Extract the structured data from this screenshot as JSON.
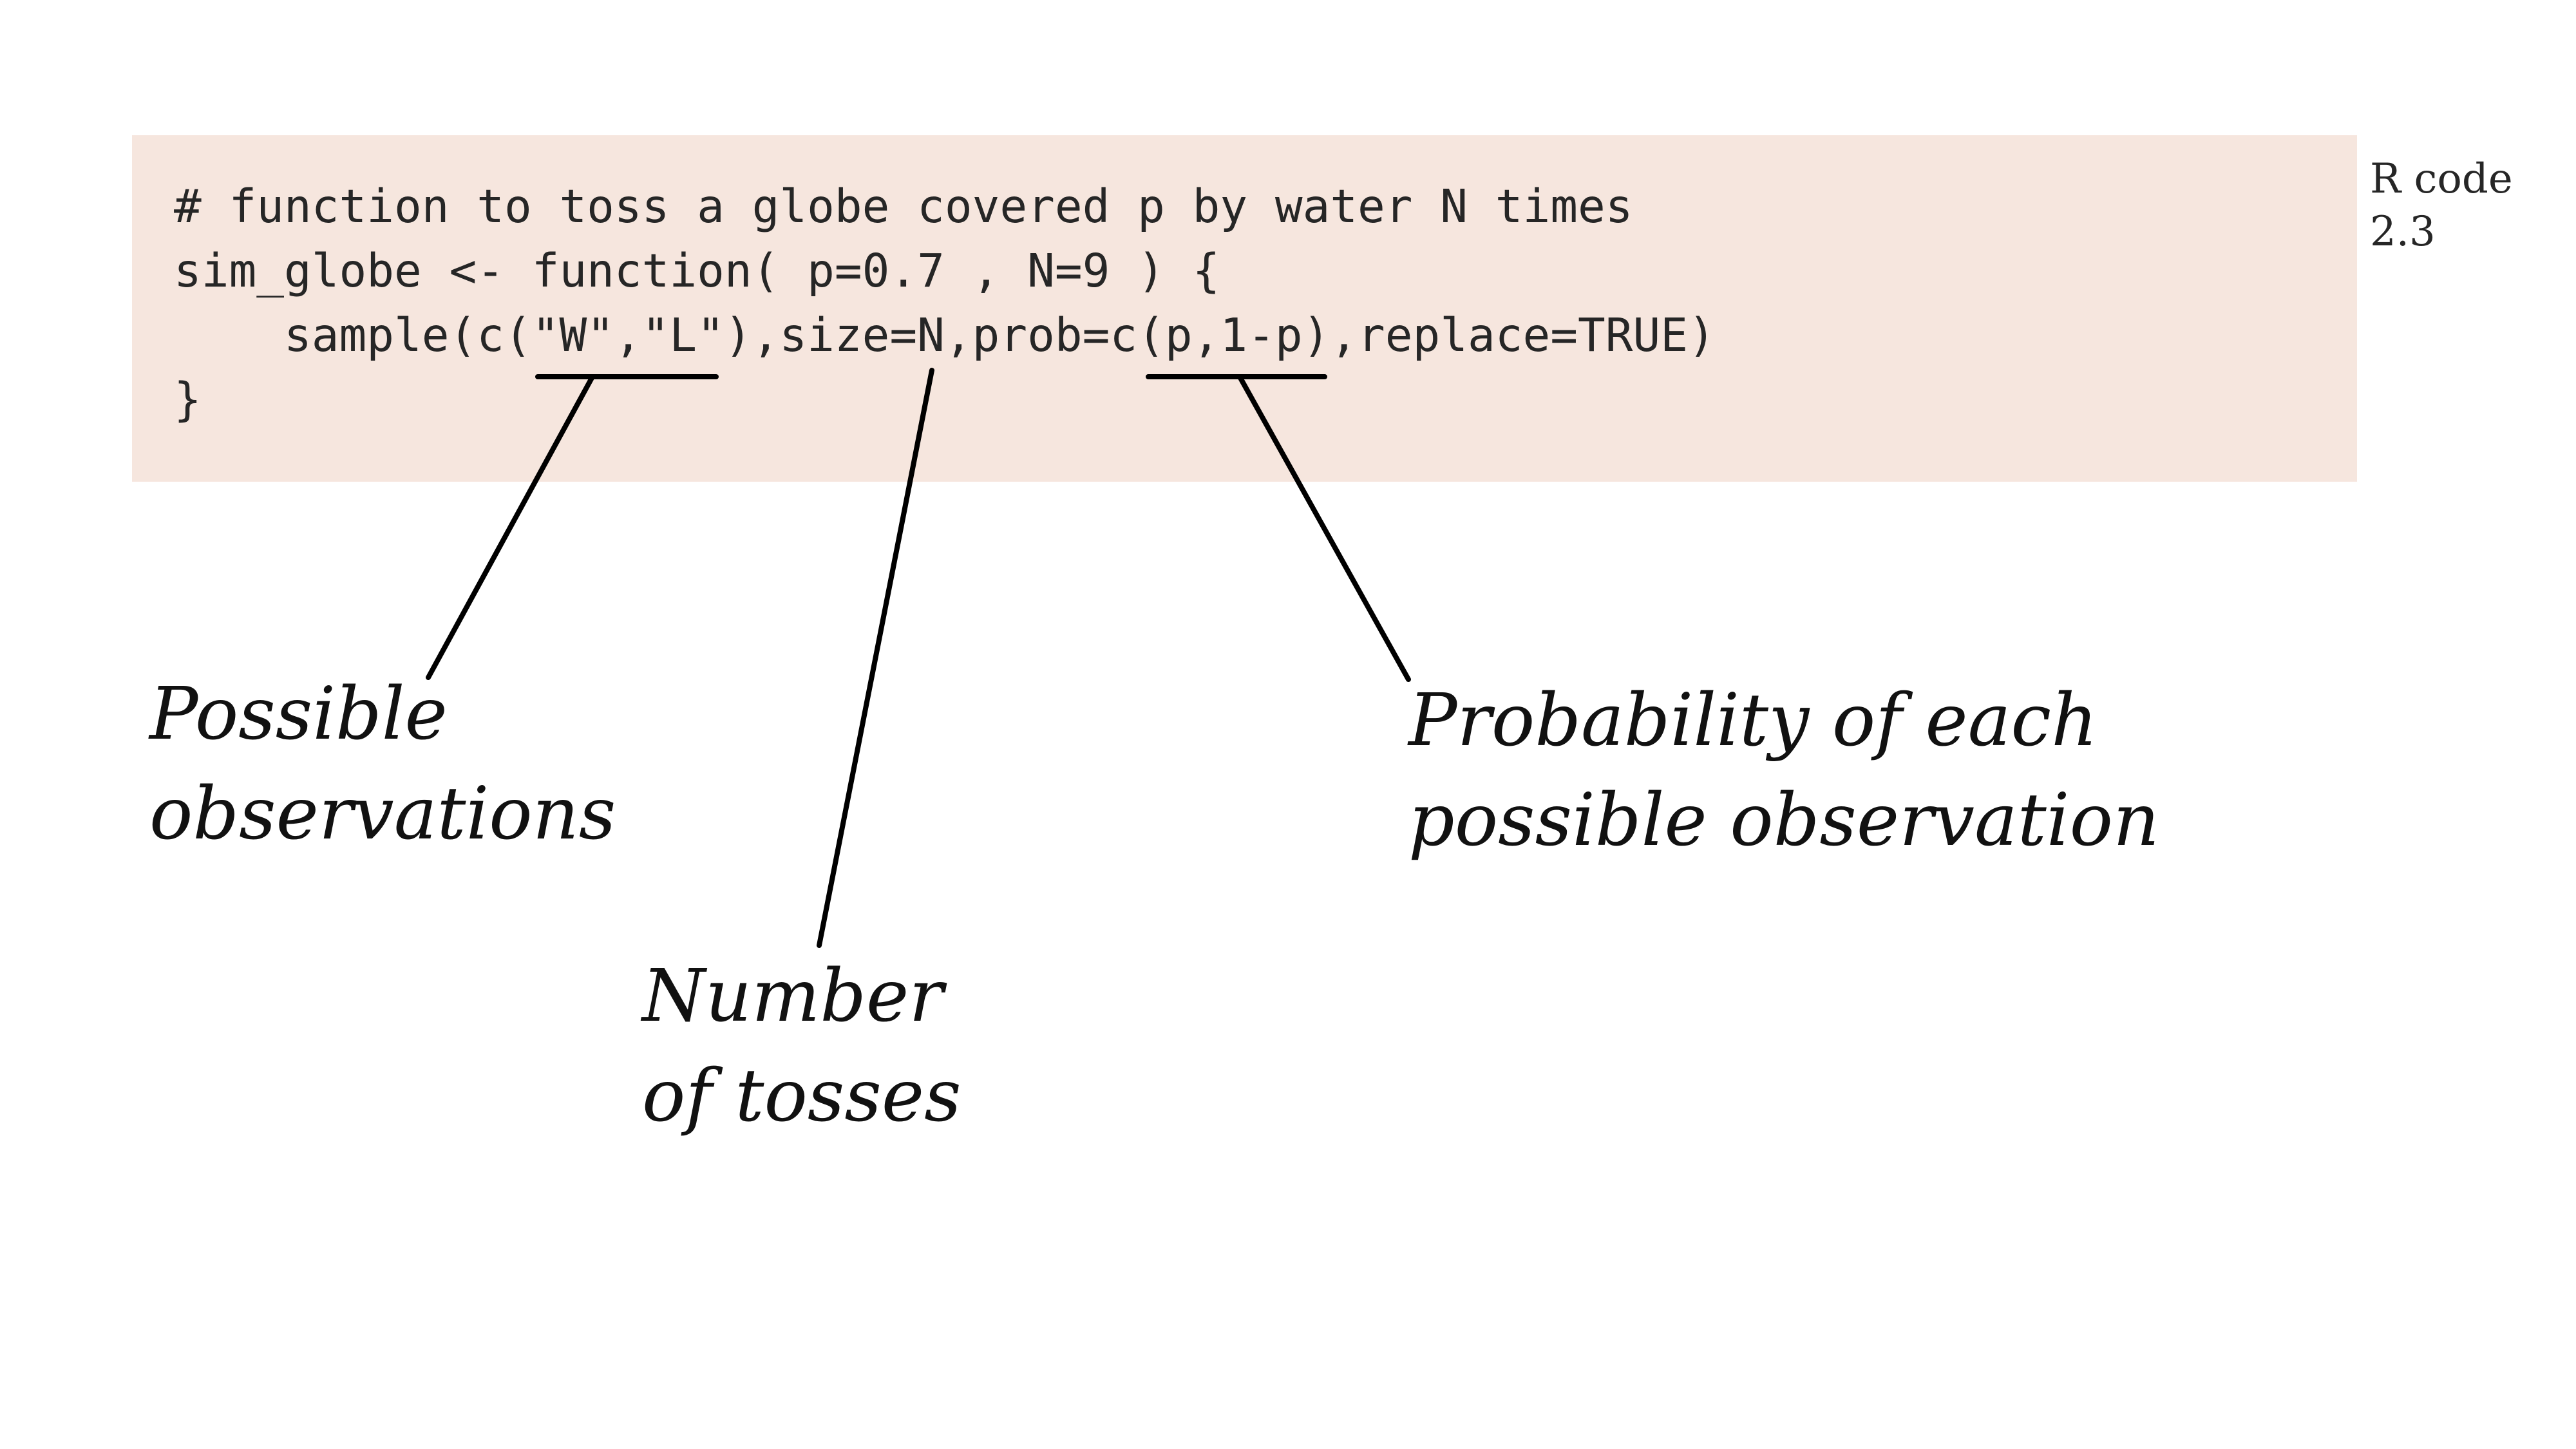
{
  "code": {
    "lines": [
      "# function to toss a globe covered p by water N times",
      "sim_globe <- function( p=0.7 , N=9 ) {",
      "    sample(c(\"W\",\"L\"),size=N,prob=c(p,1-p),replace=TRUE)",
      "}"
    ],
    "background_color": "#f6e6de"
  },
  "margin_label": {
    "line1": "R code",
    "line2": "2.3"
  },
  "annotations": {
    "observations": {
      "line1": "Possible",
      "line2": "observations"
    },
    "tosses": {
      "line1": "Number",
      "line2": "of tosses"
    },
    "probability": {
      "line1": "Probability of each",
      "line2": "possible observation"
    }
  }
}
